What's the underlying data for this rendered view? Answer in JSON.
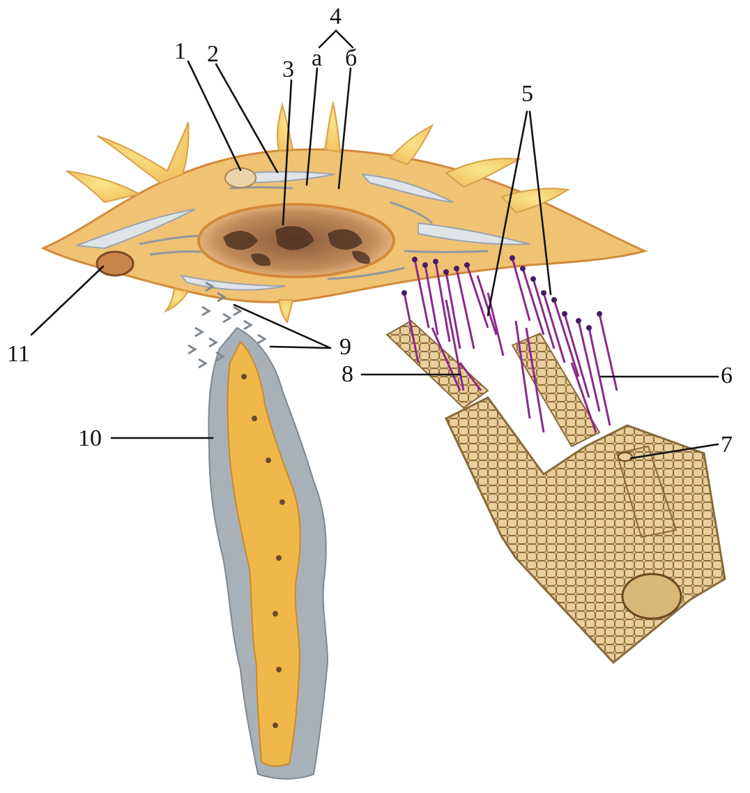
{
  "labels": {
    "l1": "1",
    "l2": "2",
    "l3": "3",
    "l4": "4",
    "l4a": "а",
    "l4b": "б",
    "l5": "5",
    "l6": "6",
    "l7": "7",
    "l8": "8",
    "l9": "9",
    "l10": "10",
    "l11": "11"
  },
  "colors": {
    "cytoplasm": "#f2c77a",
    "cytoplasm_edge": "#d9903e",
    "process_light": "#f7dc73",
    "organelles": "#c9d0d8",
    "nucleus": "#b07a4f",
    "nucleus_dark": "#4a2e1f",
    "fibril": "#e2c48a",
    "fibril_edge": "#8a6a3a",
    "tropocollagen": "#8a2a8a",
    "elastic_core": "#f0b84a",
    "elastic_sheath": "#9aa4ad"
  }
}
